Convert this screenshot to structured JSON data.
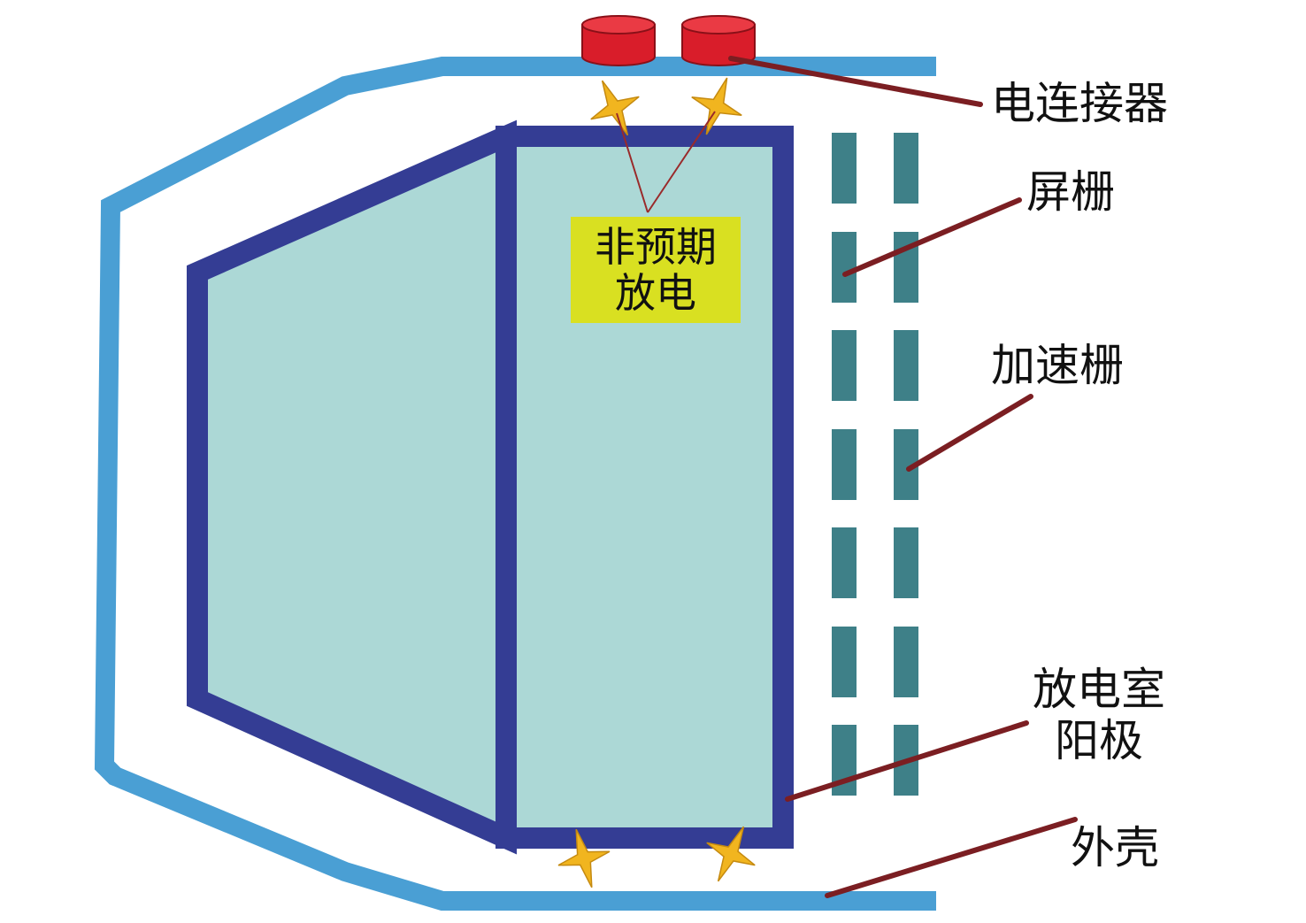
{
  "labels": {
    "connector": "电连接器",
    "screen_grid": "屏栅",
    "accel_grid": "加速栅",
    "anode_line1": "放电室",
    "anode_line2": "阳极",
    "shell": "外壳",
    "discharge_line1": "非预期",
    "discharge_line2": "放电"
  },
  "colors": {
    "shell": "#4a9fd4",
    "anode_border": "#343d94",
    "anode_fill": "#acd8d6",
    "grid": "#3e8088",
    "connector": "#d91d2a",
    "leader": "#7b1e22",
    "spark": "#f1b51f",
    "discharge_box": "#d9e021"
  }
}
